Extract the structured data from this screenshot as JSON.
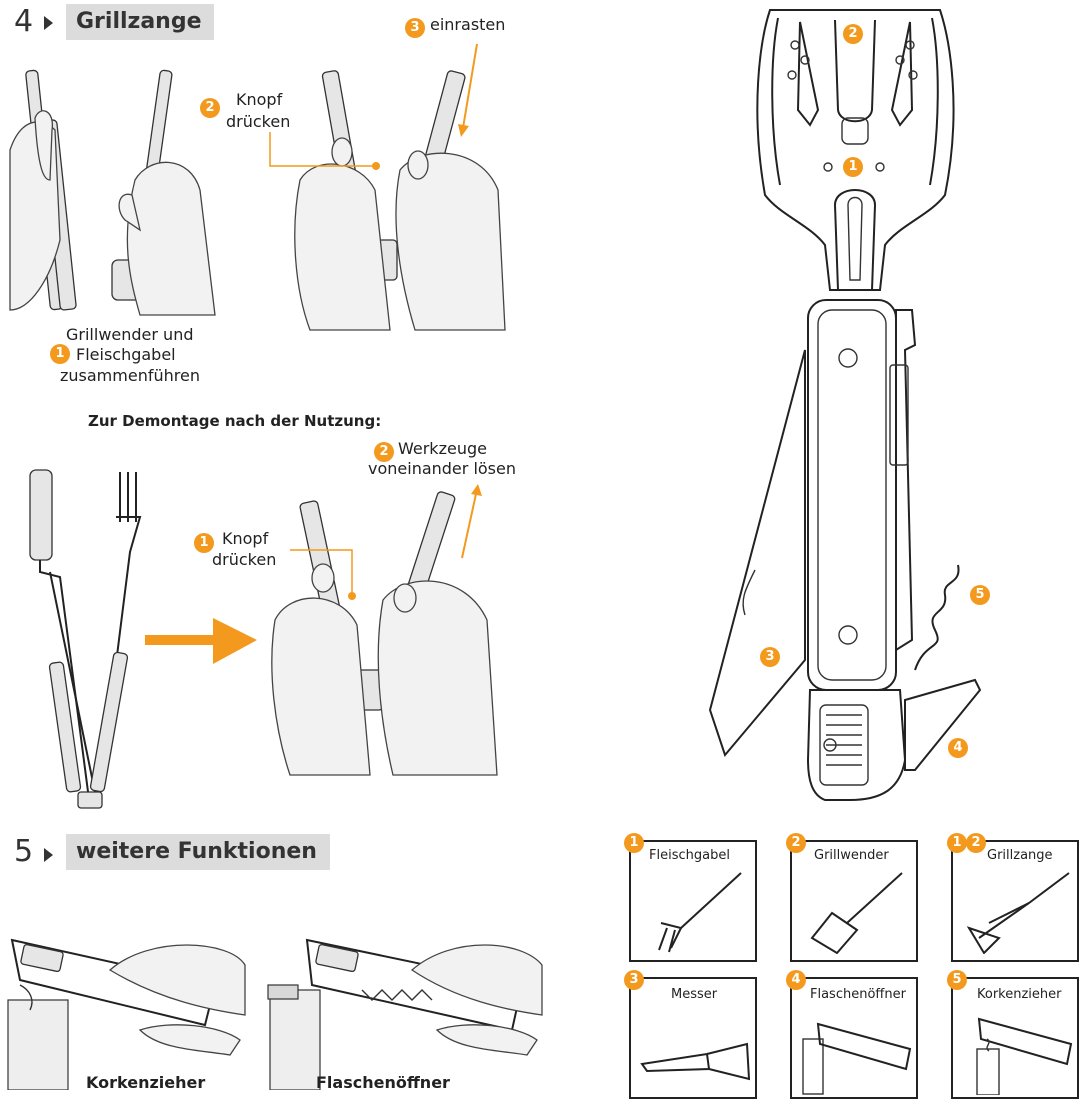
{
  "section4": {
    "number": "4",
    "title": "Grillzange"
  },
  "step_labels": {
    "s4_badge1": "1",
    "s4_join": [
      "Grillwender und",
      "Fleischgabel",
      "zusammenführen"
    ],
    "s4_badge2": "2",
    "s4_press": [
      "Knopf",
      "drücken"
    ],
    "s4_badge3": "3",
    "s4_lock": "einrasten"
  },
  "disassembly": {
    "heading": "Zur Demontage nach der Nutzung:",
    "badge1": "1",
    "press": [
      "Knopf",
      "drücken"
    ],
    "badge2": "2",
    "release": [
      "Werkzeuge",
      "voneinander lösen"
    ]
  },
  "section5": {
    "number": "5",
    "title": "weitere Funktionen"
  },
  "functions": {
    "corkscrew": "Korkenzieher",
    "bottle_opener": "Flaschenöffner"
  },
  "tool_badges": [
    "2",
    "1",
    "3",
    "4",
    "5"
  ],
  "grid": [
    {
      "badges": [
        "1"
      ],
      "title": "Fleischgabel"
    },
    {
      "badges": [
        "2"
      ],
      "title": "Grillwender"
    },
    {
      "badges": [
        "1",
        "2"
      ],
      "title": "Grillzange"
    },
    {
      "badges": [
        "3"
      ],
      "title": "Messer"
    },
    {
      "badges": [
        "4"
      ],
      "title": "Flaschenöffner"
    },
    {
      "badges": [
        "5"
      ],
      "title": "Korkenzieher"
    }
  ],
  "colors": {
    "accent": "#f39a1e",
    "header_bg": "#dcdcdc",
    "ink": "#222222"
  }
}
